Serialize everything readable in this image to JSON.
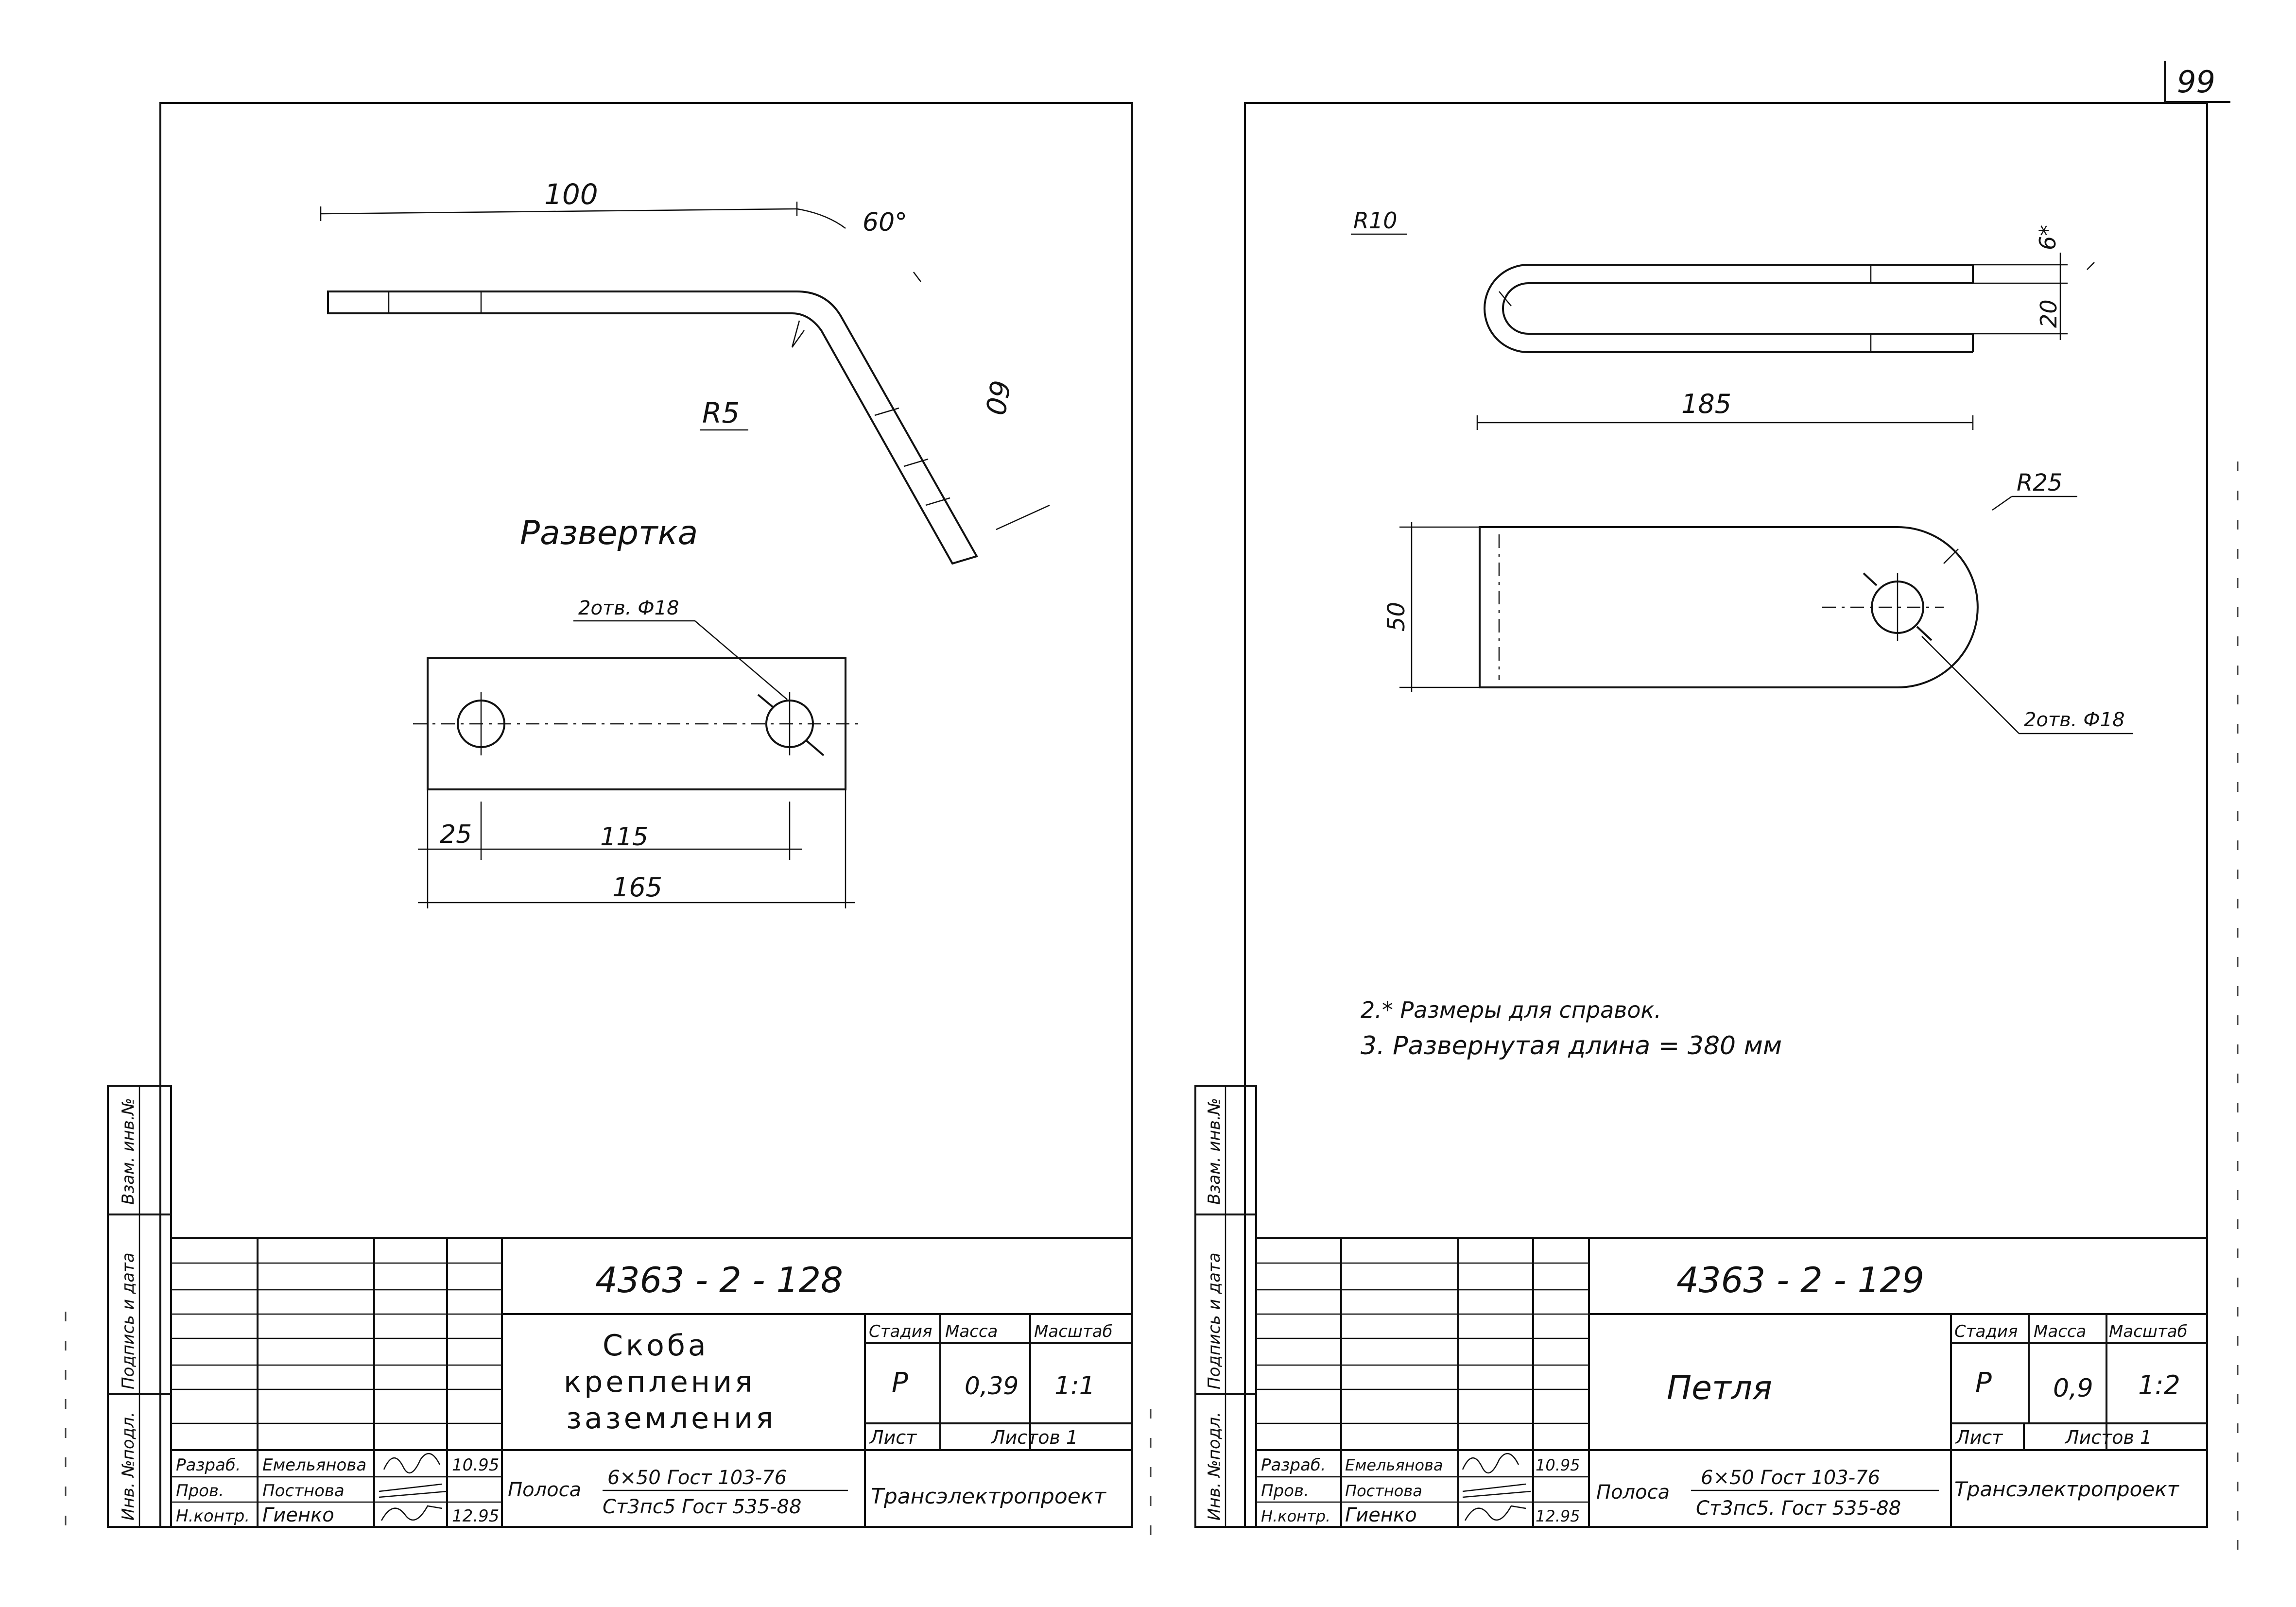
{
  "page_number": "99",
  "side_stamp": {
    "vzam_inv": "Взам. инв.№",
    "podpis_data": "Подпись и дата",
    "inv_podl": "Инв. №подл."
  },
  "sheet_left": {
    "drawing": {
      "dim_top": "100",
      "dim_angle": "60°",
      "dim_bend_len": "60",
      "radius": "R5",
      "development_title": "Развертка",
      "holes_note": "2отв. Ф18",
      "dim_25": "25",
      "dim_115": "115",
      "dim_165": "165"
    },
    "title_block": {
      "doc_code": "4363 - 2 - 128",
      "title_lines": [
        "Скоба",
        "крепления",
        "заземления"
      ],
      "stage_label": "Стадия",
      "mass_label": "Масса",
      "scale_label": "Масштаб",
      "stage_value": "Р",
      "mass_value": "0,39",
      "scale_value": "1:1",
      "sheet_label": "Лист",
      "sheets_label": "Листов 1",
      "material_prefix": "Полоса",
      "material_top": "6×50  Гост 103-76",
      "material_bottom": "Ст3пс5 Гост 535-88",
      "company": "Трансэлектропроект",
      "staff": [
        {
          "role": "Разраб.",
          "name": "Емельянова",
          "date": "10.95"
        },
        {
          "role": "Пров.",
          "name": "Постнова",
          "date": ""
        },
        {
          "role": "Н.контр.",
          "name": "Гиенко",
          "date": "12.95"
        }
      ]
    }
  },
  "sheet_right": {
    "drawing": {
      "radius_10": "R10",
      "dim_6": "6*",
      "dim_20": "20",
      "dim_185": "185",
      "radius_25": "R25",
      "dim_50": "50",
      "holes_note": "2отв. Ф18"
    },
    "notes": [
      "2.* Размеры для справок.",
      "3. Развернутая длина = 380 мм"
    ],
    "title_block": {
      "doc_code": "4363 - 2 - 129",
      "title_lines": [
        "Петля"
      ],
      "stage_label": "Стадия",
      "mass_label": "Масса",
      "scale_label": "Масштаб",
      "stage_value": "Р",
      "mass_value": "0,9",
      "scale_value": "1:2",
      "sheet_label": "Лист",
      "sheets_label": "Листов 1",
      "material_prefix": "Полоса",
      "material_top": "6×50  Гост 103-76",
      "material_bottom": "Ст3пс5. Гост 535-88",
      "company": "Трансэлектропроект",
      "staff": [
        {
          "role": "Разраб.",
          "name": "Емельянова",
          "date": "10.95"
        },
        {
          "role": "Пров.",
          "name": "Постнова",
          "date": ""
        },
        {
          "role": "Н.контр.",
          "name": "Гиенко",
          "date": "12.95"
        }
      ]
    }
  }
}
